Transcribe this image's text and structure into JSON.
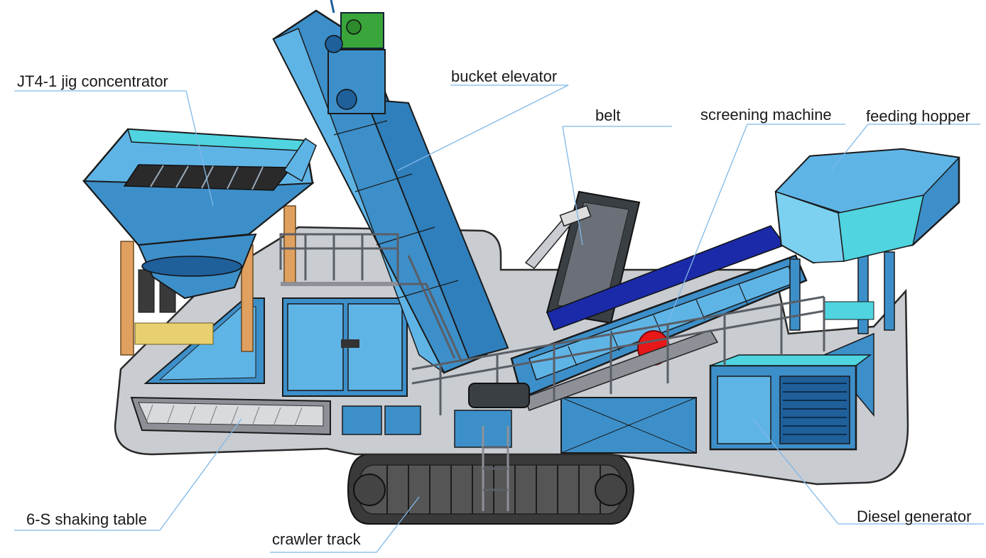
{
  "labels": {
    "jig": "JT4-1 jig concentrator",
    "elevator": "bucket elevator",
    "belt": "belt",
    "screen": "screening machine",
    "hopper": "feeding hopper",
    "table": "6-S shaking table",
    "crawler": "crawler track",
    "generator": "Diesel generator"
  },
  "colors": {
    "frame": "#c9ccd1",
    "frame_edge": "#2a2a2a",
    "panel_blue": "#3d8fc9",
    "light_blue": "#5fb4e6",
    "dark_blue": "#1f5f9a",
    "cyan": "#4fd4e0",
    "navy": "#1a2aa8",
    "track": "#3a3a3a",
    "leg_orange": "#e0a060",
    "red": "#e81818",
    "green": "#3aa53a",
    "leader": "#7fb8e8"
  }
}
